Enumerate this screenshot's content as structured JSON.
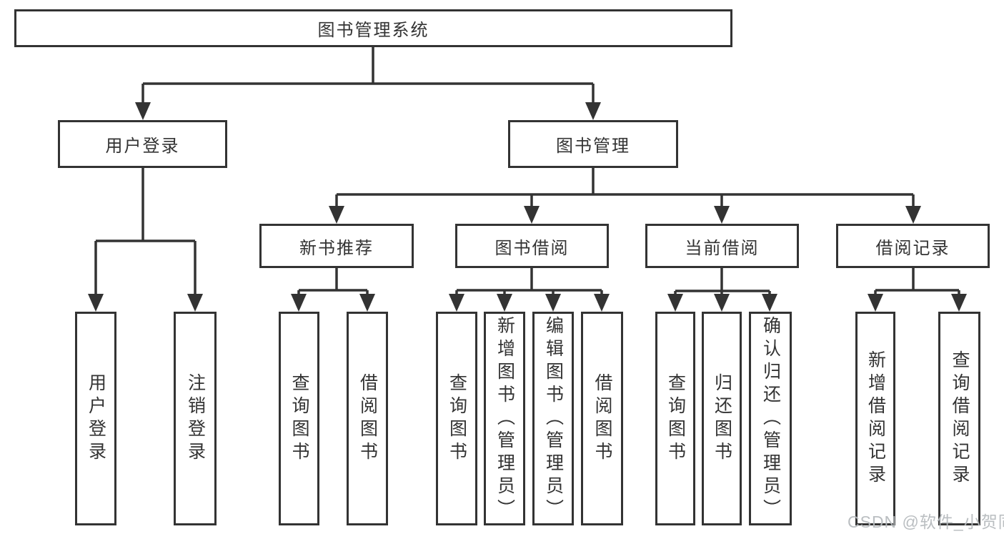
{
  "watermark": "CSDN @软件_小贺同学",
  "colors": {
    "line": "#333333",
    "box_border": "#333333",
    "text": "#333333",
    "watermark": "#b6babe",
    "background": "#ffffff"
  },
  "nodes": {
    "root": "图书管理系统",
    "user_login": "用户登录",
    "book_management": "图书管理",
    "new_book_recommend": "新书推荐",
    "book_borrow": "图书借阅",
    "current_borrow": "当前借阅",
    "borrow_records": "借阅记录",
    "leaf_user_login": "用户登录",
    "leaf_logout": "注销登录",
    "recommend_query_books": "查询图书",
    "recommend_borrow_books": "借阅图书",
    "borrow_query_books": "查询图书",
    "borrow_add_books": "新增图书（管理员）",
    "borrow_edit_books": "编辑图书（管理员）",
    "borrow_borrow_books": "借阅图书",
    "current_query_books": "查询图书",
    "current_return_books": "归还图书",
    "current_confirm_return": "确认归还（管理员）",
    "records_add_record": "新增借阅记录",
    "records_query_record": "查询借阅记录"
  }
}
